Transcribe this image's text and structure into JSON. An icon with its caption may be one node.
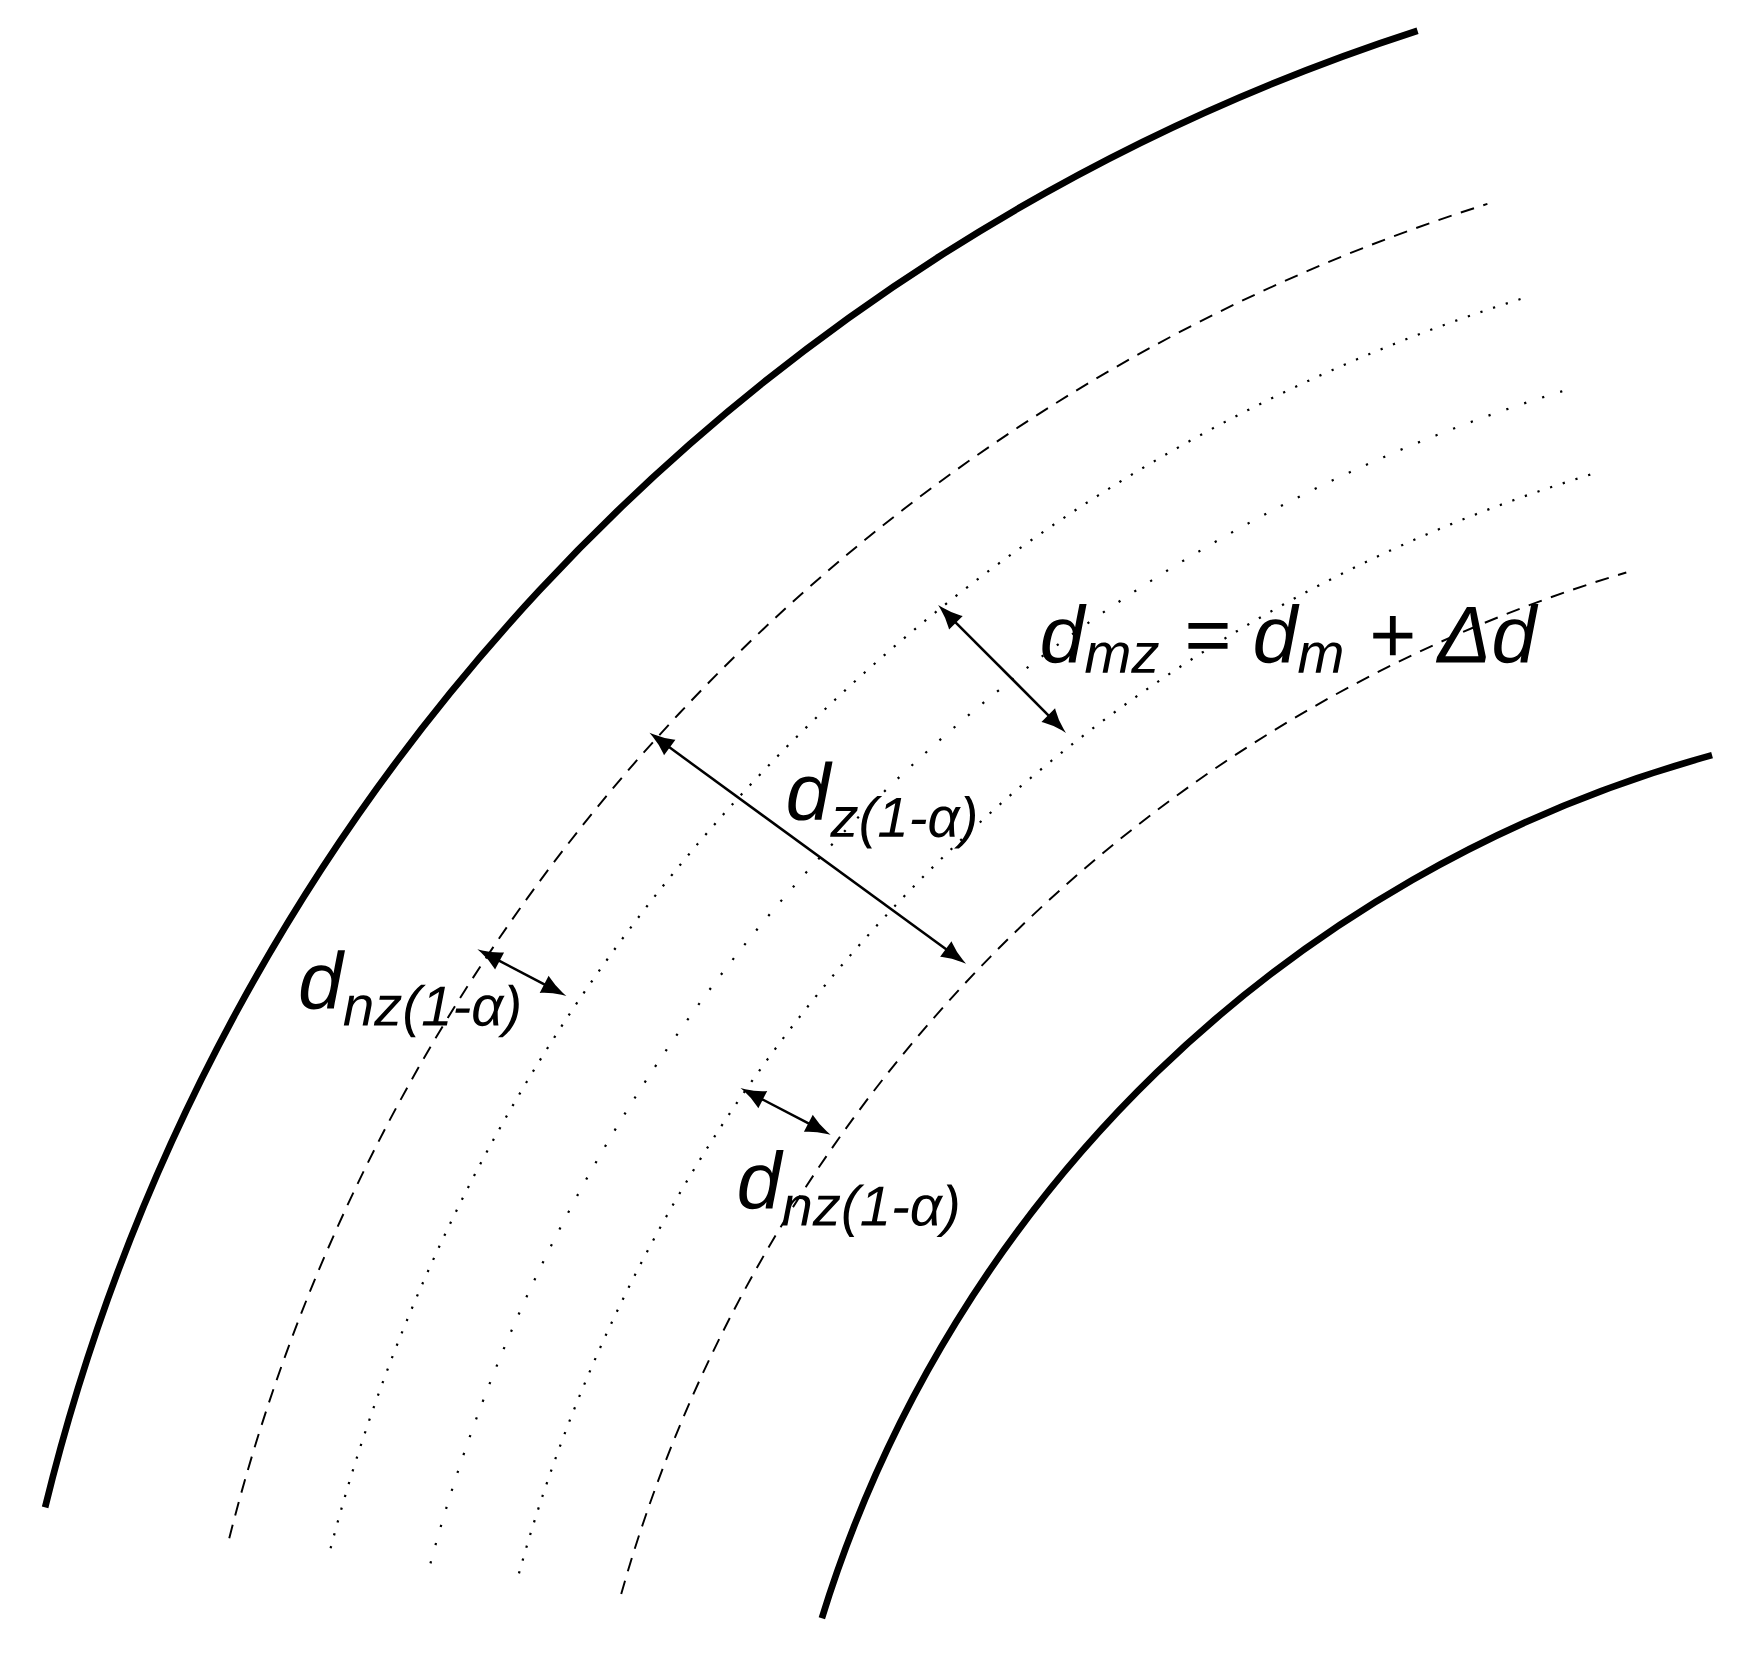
{
  "diagram": {
    "labels": [
      "d$_{mz}$ = d$_{m}$ + Δd",
      "d$_{z(1-α)}$",
      "d$_{nz(1-α)}$",
      "d$_{nz(1-α)}$"
    ]
  }
}
